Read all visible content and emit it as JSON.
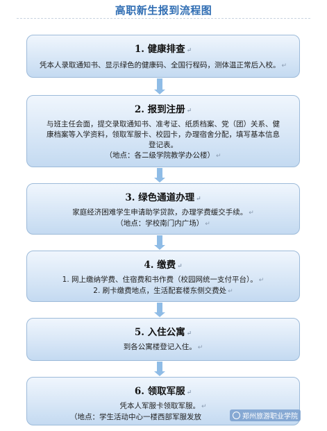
{
  "title": "高职新生报到流程图",
  "steps": [
    {
      "heading": "1. 健康排查",
      "lines": [
        "凭本人录取通知书、显示绿色的健康码、全国行程码，测体温正常后入校。"
      ]
    },
    {
      "heading": "2. 报到注册",
      "lines": [
        "与班主任会面，提交录取通知书、准考证、纸质档案、党（团）关系、健",
        "康档案等入学资料，领取军服卡、校园卡，办理宿舍分配，填写基本信息",
        "登记表。",
        "（地点：各二级学院教学办公楼）"
      ]
    },
    {
      "heading": "3. 绿色通道办理",
      "lines": [
        "家庭经济困难学生申请助学贷款，办理学费缓交手续。",
        "（地点：学校南门内广场）"
      ]
    },
    {
      "heading": "4. 缴费",
      "lines": [
        "1. 网上缴纳学费、住宿费和书作费（校园网统一支付平台）。",
        "2. 刷卡缴费地点，生活配套楼东侧交费处"
      ]
    },
    {
      "heading": "5. 入住公寓",
      "lines": [
        "到各公寓楼登记入住。"
      ]
    },
    {
      "heading": "6. 领取军服",
      "lines": [
        "凭本人军服卡领取军服。",
        "（地点：学生活动中心一楼西部军服发放"
      ]
    }
  ],
  "watermark": "郑州旅游职业学院"
}
